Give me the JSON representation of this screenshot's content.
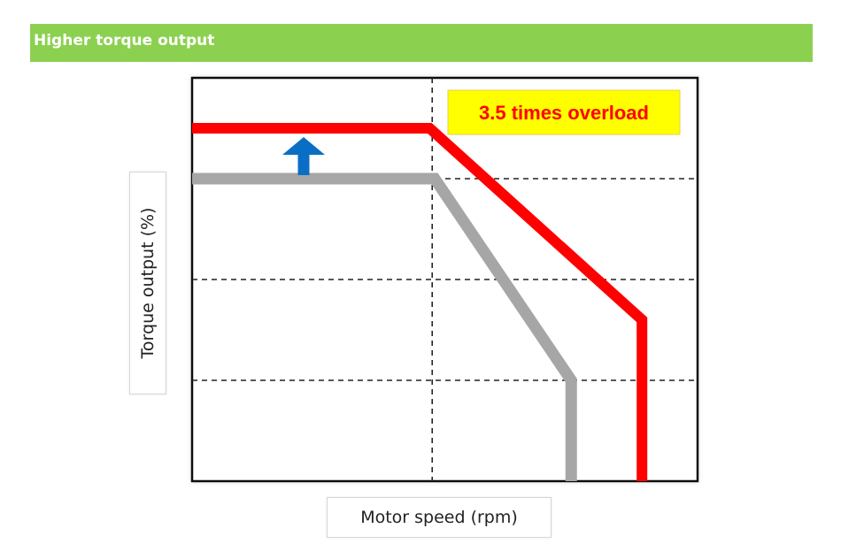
{
  "header": {
    "title": "Higher torque output"
  },
  "colors": {
    "header_bg": "#8cd050",
    "rated_line": "#a6a6a6",
    "overload_line": "#ff0000",
    "arrow": "#0a6fc4",
    "callout_bg": "#ffff00",
    "callout_text": "#ff0000"
  },
  "chart_data": {
    "type": "line",
    "title": "",
    "xlabel": "Motor speed (rpm)",
    "ylabel": "Torque output (%)",
    "xlim": [
      0,
      10
    ],
    "ylim": [
      0,
      4
    ],
    "grid": true,
    "annotation": "3.5 times overload",
    "series": [
      {
        "color": "#a6a6a6",
        "x": [
          0,
          4.8,
          7.5,
          7.5
        ],
        "y": [
          3.0,
          3.0,
          1.0,
          0
        ]
      },
      {
        "color": "#ff0000",
        "x": [
          0,
          4.7,
          8.9,
          8.9
        ],
        "y": [
          3.5,
          3.5,
          1.6,
          0
        ]
      }
    ]
  }
}
